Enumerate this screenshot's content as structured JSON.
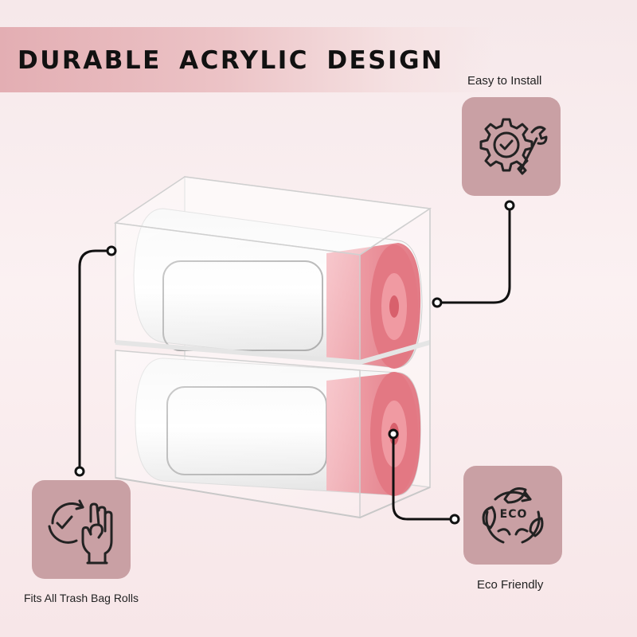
{
  "banner": {
    "title": "DURABLE  ACRYLIC  DESIGN"
  },
  "features": {
    "install": {
      "label": "Easy to Install",
      "icon": "gear-wrench-icon"
    },
    "fits": {
      "label": "Fits All Trash Bag Rolls",
      "icon": "ok-hand-icon"
    },
    "eco": {
      "label": "Eco Friendly",
      "icon": "eco-leaf-icon",
      "badge_text": "ECO"
    }
  },
  "colors": {
    "banner_start": "#e3aeb3",
    "feature_box": "#c9a0a4",
    "roll_pink": "#e77b86",
    "connector": "#111111"
  }
}
